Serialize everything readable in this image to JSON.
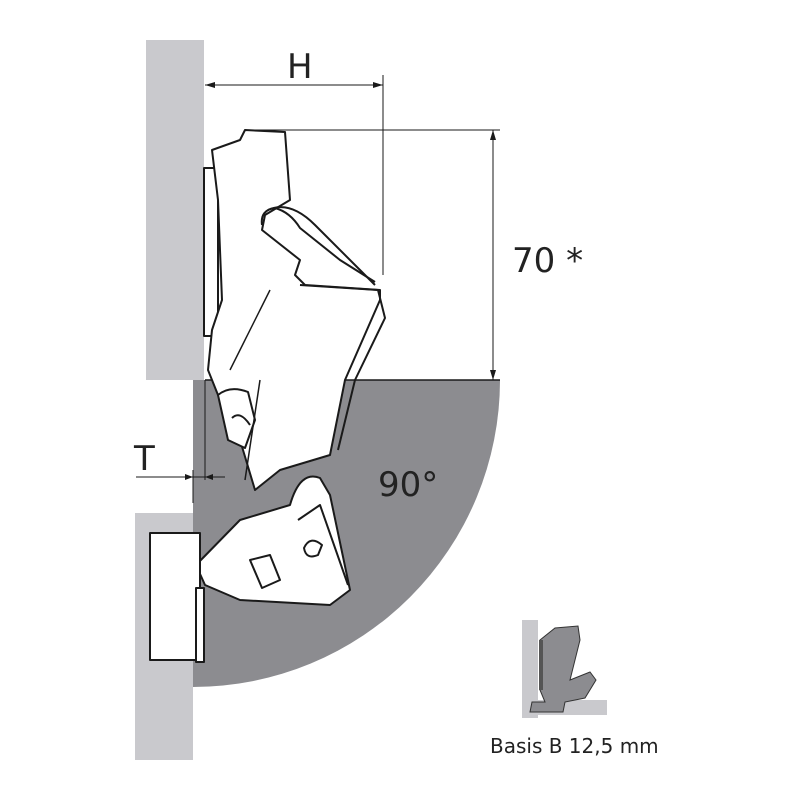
{
  "dimensions": {
    "width_label": "H",
    "height_label": "70 *",
    "thickness_label": "T",
    "angle_label": "90°"
  },
  "inset": {
    "caption": "Basis B 12,5 mm"
  },
  "colors": {
    "panel_light": "#c9c9cd",
    "swing_area": "#8c8c90",
    "line": "#1a1a1a"
  }
}
